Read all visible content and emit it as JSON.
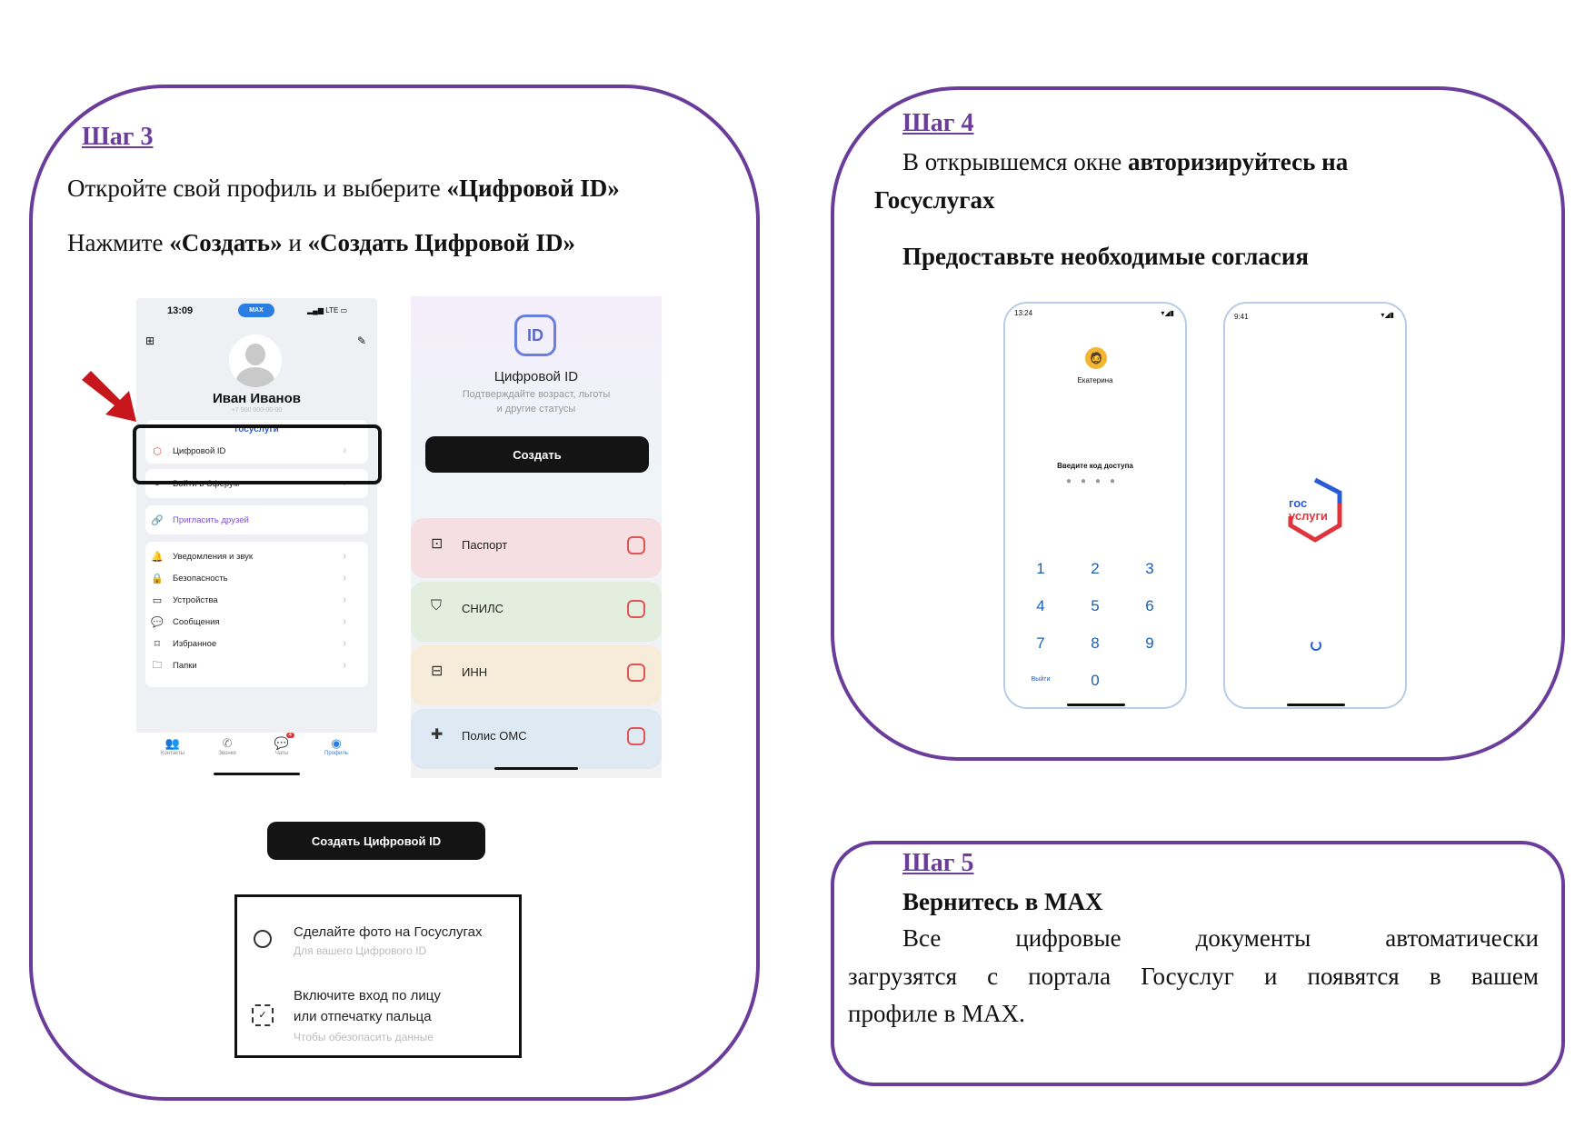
{
  "step3": {
    "title": "Шаг 3",
    "line1_prefix": "Откройте свой профиль и выберите ",
    "line1_bold": "«Цифровой ID»",
    "line2_prefix": "Нажмите ",
    "line2_bold1": "«Создать»",
    "line2_mid": " и ",
    "line2_bold2": "«Создать Цифровой ID»",
    "profile_screen": {
      "time": "13:09",
      "status_pill": "MAX",
      "signal": "LTE",
      "user_name": "Иван Иванов",
      "user_phone": "+7 900 000-00-00",
      "gosuslugi_logo": "госуслуги",
      "digital_id_item": "Цифровой ID",
      "sferum_item": "Войти в Сферум",
      "invite_item": "Пригласить друзей",
      "settings_items": [
        "Уведомления и звук",
        "Безопасность",
        "Устройства",
        "Сообщения",
        "Избранное",
        "Папки"
      ],
      "tabs": [
        "Контакты",
        "Звонки",
        "Чаты",
        "Профиль"
      ],
      "chat_badge": "4"
    },
    "id_screen": {
      "icon_text": "ID",
      "title": "Цифровой ID",
      "subtitle_1": "Подтверждайте возраст, льготы",
      "subtitle_2": "и другие статусы",
      "create_button": "Создать",
      "documents": [
        "Паспорт",
        "СНИЛС",
        "ИНН",
        "Полис ОМС"
      ]
    },
    "create_id_button": "Создать Цифровой ID",
    "info_box": {
      "item1_title": "Сделайте фото на Госуслугах",
      "item1_sub": "Для вашего Цифрового ID",
      "item2_title_1": "Включите вход по лицу",
      "item2_title_2": "или отпечатку пальца",
      "item2_sub": "Чтобы обезопасить данные"
    }
  },
  "step4": {
    "title": "Шаг 4",
    "line1_prefix": "В открывшемся окне  ",
    "line1_bold": "авторизируйтесь на",
    "line1_bold_cont": "Госуслугах",
    "line2_bold": "Предоставьте необходимые согласия",
    "pin_screen": {
      "time": "13:24",
      "user_name": "Екатерина",
      "prompt": "Введите код доступа",
      "keys": [
        "1",
        "2",
        "3",
        "4",
        "5",
        "6",
        "7",
        "8",
        "9",
        "0"
      ],
      "exit_label": "Выйти"
    },
    "loading_screen": {
      "time": "9:41",
      "logo_line1": "гос",
      "logo_line2": "услуги"
    }
  },
  "step5": {
    "title": "Шаг 5",
    "heading": "Вернитесь в MAX",
    "para_line1_words": [
      "Все",
      "цифровые",
      "документы",
      "автоматически"
    ],
    "para_line2_words": [
      "загрузятся",
      "с",
      "портала",
      "Госуслуг",
      "и",
      "появятся",
      "в",
      "вашем"
    ],
    "para_line3": "профиле в MAX."
  },
  "colors": {
    "accent": "#6a3d9a",
    "arrow": "#c8161d",
    "dark_button": "#141414",
    "gos_blue": "#2a5bd7",
    "gos_red": "#e0343c"
  }
}
